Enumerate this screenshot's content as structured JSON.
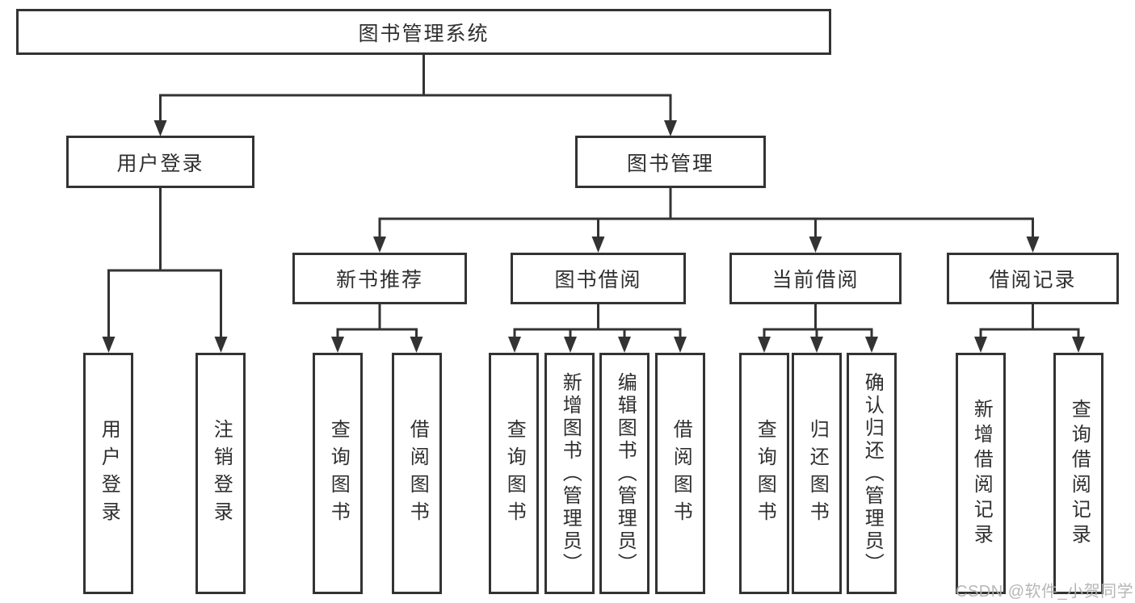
{
  "colors": {
    "line": "#333333",
    "text": "#2f2f2f",
    "watermark": "#b0b0b0",
    "background": "#ffffff"
  },
  "root": {
    "label": "图书管理系统"
  },
  "level2": [
    {
      "label": "用户登录"
    },
    {
      "label": "图书管理"
    }
  ],
  "level3": [
    {
      "label": "新书推荐"
    },
    {
      "label": "图书借阅"
    },
    {
      "label": "当前借阅"
    },
    {
      "label": "借阅记录"
    }
  ],
  "leaves": [
    {
      "label": "用户登录"
    },
    {
      "label": "注销登录"
    },
    {
      "label": "查询图书"
    },
    {
      "label": "借阅图书"
    },
    {
      "label": "查询图书"
    },
    {
      "label": "新增图书（管理员）"
    },
    {
      "label": "编辑图书（管理员）"
    },
    {
      "label": "借阅图书"
    },
    {
      "label": "查询图书"
    },
    {
      "label": "归还图书"
    },
    {
      "label": "确认归还（管理员）"
    },
    {
      "label": "新增借阅记录"
    },
    {
      "label": "查询借阅记录"
    }
  ],
  "watermark": {
    "text": "CSDN @软件_小贺同学"
  }
}
